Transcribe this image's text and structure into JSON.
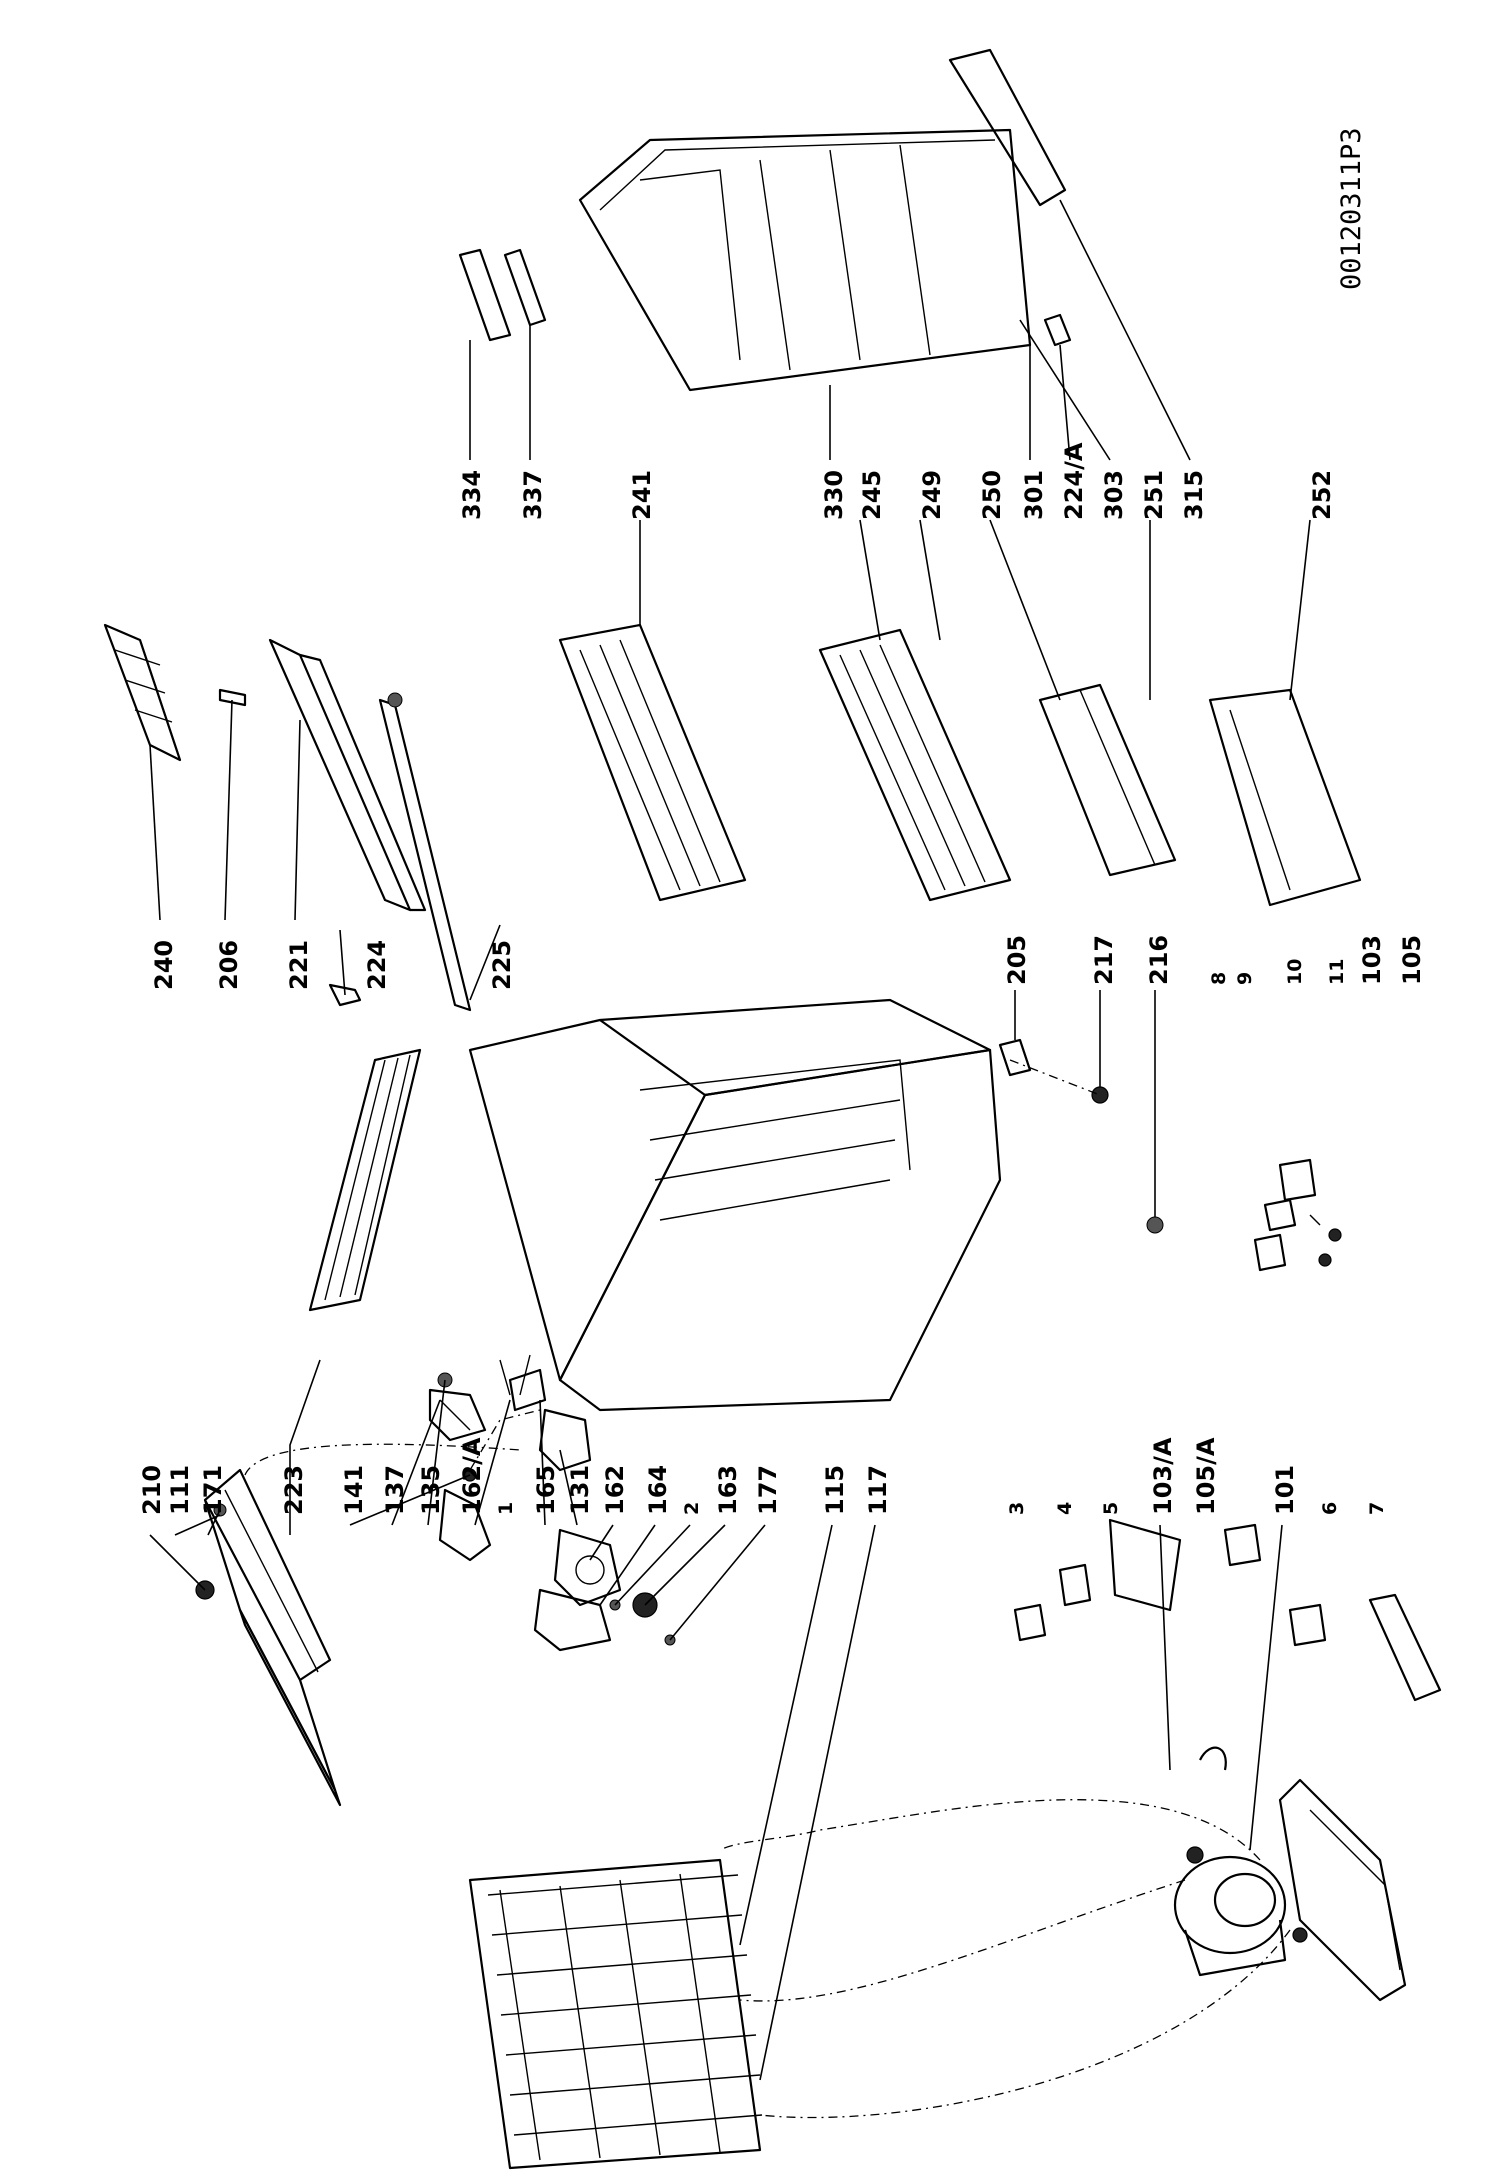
{
  "drawing_code": "00120311P3",
  "labels": {
    "l210": "210",
    "l111": "111",
    "l171": "171",
    "l223": "223",
    "l141": "141",
    "l137": "137",
    "l135": "135",
    "l162A": "162/A",
    "l1": "1",
    "l165": "165",
    "l131": "131",
    "l162": "162",
    "l164": "164",
    "l2": "2",
    "l163": "163",
    "l177": "177",
    "l115": "115",
    "l117": "117",
    "l3": "3",
    "l4": "4",
    "l5": "5",
    "l103A": "103/A",
    "l105A": "105/A",
    "l101": "101",
    "l6": "6",
    "l7": "7",
    "l240": "240",
    "l206": "206",
    "l221": "221",
    "l224": "224",
    "l225": "225",
    "l205": "205",
    "l217": "217",
    "l216": "216",
    "l8": "8",
    "l9": "9",
    "l10": "10",
    "l11": "11",
    "l103": "103",
    "l105": "105",
    "l334": "334",
    "l337": "337",
    "l241": "241",
    "l330": "330",
    "l245": "245",
    "l249": "249",
    "l250": "250",
    "l301": "301",
    "l224A": "224/A",
    "l303": "303",
    "l251": "251",
    "l315": "315",
    "l252": "252"
  }
}
